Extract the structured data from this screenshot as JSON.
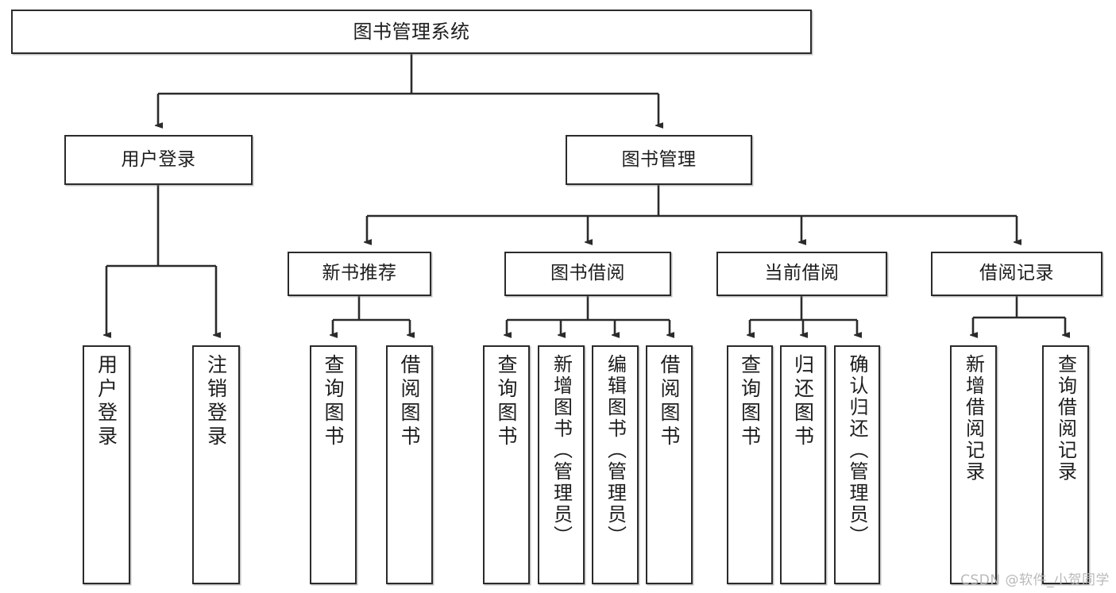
{
  "diagram": {
    "title": "图书管理系统",
    "watermark": "CSDN @软件_小贺同学",
    "line_color": "#2b2b2b",
    "box_fill": "#ffffff",
    "text_color": "#1d1d1d",
    "watermark_color": "#b9b9b9",
    "root": {
      "label": "图书管理系统"
    },
    "level2": [
      {
        "label": "用户登录"
      },
      {
        "label": "图书管理"
      }
    ],
    "level3": [
      {
        "label": "新书推荐"
      },
      {
        "label": "图书借阅"
      },
      {
        "label": "当前借阅"
      },
      {
        "label": "借阅记录"
      }
    ],
    "leaves": {
      "user_login": [
        {
          "label": "用户登录"
        },
        {
          "label": "注销登录"
        }
      ],
      "new_book_recommend": [
        {
          "label": "查询图书"
        },
        {
          "label": "借阅图书"
        }
      ],
      "book_borrow": [
        {
          "label": "查询图书"
        },
        {
          "label": "新增图书（管理员）"
        },
        {
          "label": "编辑图书（管理员）"
        },
        {
          "label": "借阅图书"
        }
      ],
      "current_borrow": [
        {
          "label": "查询图书"
        },
        {
          "label": "归还图书"
        },
        {
          "label": "确认归还（管理员）"
        }
      ],
      "borrow_record": [
        {
          "label": "新增借阅记录"
        },
        {
          "label": "查询借阅记录"
        }
      ]
    }
  },
  "chart_data": {
    "type": "tree-diagram",
    "title": "图书管理系统",
    "orientation": "top-down",
    "nodes": [
      {
        "id": "root",
        "label": "图书管理系统",
        "level": 0,
        "parent": null
      },
      {
        "id": "n-login",
        "label": "用户登录",
        "level": 1,
        "parent": "root"
      },
      {
        "id": "n-bookmgmt",
        "label": "图书管理",
        "level": 1,
        "parent": "root"
      },
      {
        "id": "n-login-login",
        "label": "用户登录",
        "level": 2,
        "parent": "n-login"
      },
      {
        "id": "n-login-logout",
        "label": "注销登录",
        "level": 2,
        "parent": "n-login"
      },
      {
        "id": "n-newbook",
        "label": "新书推荐",
        "level": 2,
        "parent": "n-bookmgmt"
      },
      {
        "id": "n-borrow",
        "label": "图书借阅",
        "level": 2,
        "parent": "n-bookmgmt"
      },
      {
        "id": "n-current",
        "label": "当前借阅",
        "level": 2,
        "parent": "n-bookmgmt"
      },
      {
        "id": "n-record",
        "label": "借阅记录",
        "level": 2,
        "parent": "n-bookmgmt"
      },
      {
        "id": "n-newbook-1",
        "label": "查询图书",
        "level": 3,
        "parent": "n-newbook"
      },
      {
        "id": "n-newbook-2",
        "label": "借阅图书",
        "level": 3,
        "parent": "n-newbook"
      },
      {
        "id": "n-borrow-1",
        "label": "查询图书",
        "level": 3,
        "parent": "n-borrow"
      },
      {
        "id": "n-borrow-2",
        "label": "新增图书（管理员）",
        "level": 3,
        "parent": "n-borrow"
      },
      {
        "id": "n-borrow-3",
        "label": "编辑图书（管理员）",
        "level": 3,
        "parent": "n-borrow"
      },
      {
        "id": "n-borrow-4",
        "label": "借阅图书",
        "level": 3,
        "parent": "n-borrow"
      },
      {
        "id": "n-current-1",
        "label": "查询图书",
        "level": 3,
        "parent": "n-current"
      },
      {
        "id": "n-current-2",
        "label": "归还图书",
        "level": 3,
        "parent": "n-current"
      },
      {
        "id": "n-current-3",
        "label": "确认归还（管理员）",
        "level": 3,
        "parent": "n-current"
      },
      {
        "id": "n-record-1",
        "label": "新增借阅记录",
        "level": 3,
        "parent": "n-record"
      },
      {
        "id": "n-record-2",
        "label": "查询借阅记录",
        "level": 3,
        "parent": "n-record"
      }
    ]
  }
}
